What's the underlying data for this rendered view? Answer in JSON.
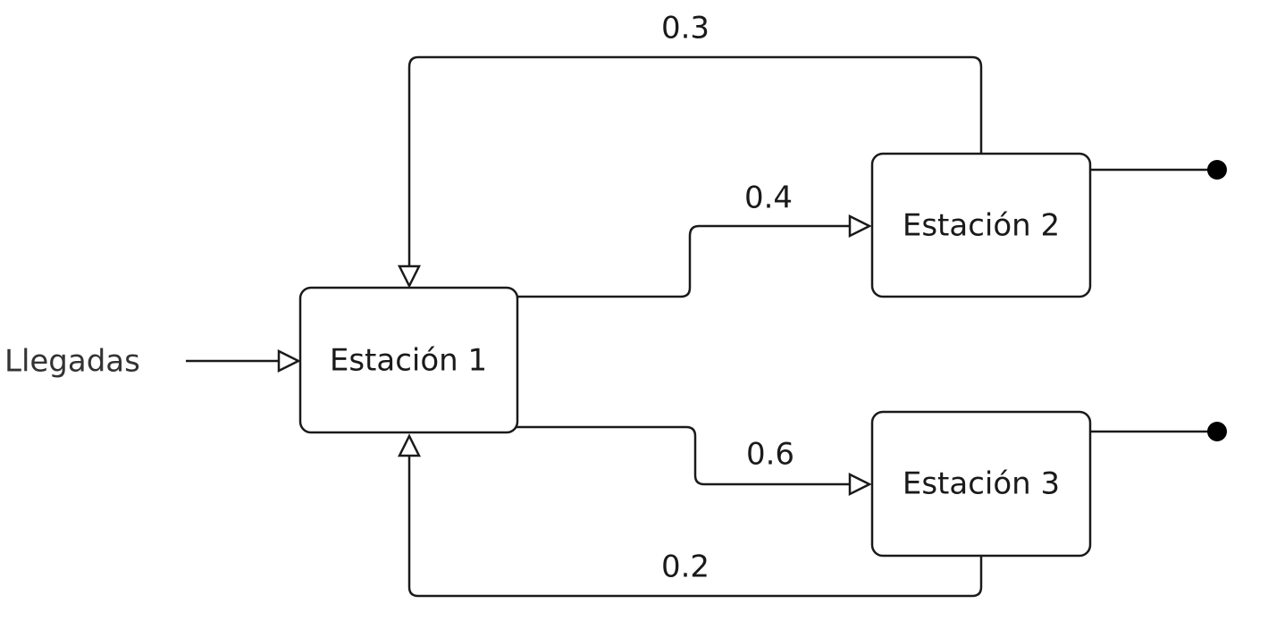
{
  "input": {
    "label": "Llegadas"
  },
  "stations": [
    {
      "id": "s1",
      "label": "Estación 1"
    },
    {
      "id": "s2",
      "label": "Estación 2"
    },
    {
      "id": "s3",
      "label": "Estación 3"
    }
  ],
  "edges": [
    {
      "id": "s1-to-s2",
      "from": "Estación 1",
      "to": "Estación 2",
      "label": "0.4"
    },
    {
      "id": "s1-to-s3",
      "from": "Estación 1",
      "to": "Estación 3",
      "label": "0.6"
    },
    {
      "id": "s2-to-s1",
      "from": "Estación 2",
      "to": "Estación 1",
      "label": "0.3"
    },
    {
      "id": "s3-to-s1",
      "from": "Estación 3",
      "to": "Estación 1",
      "label": "0.2"
    }
  ],
  "colors": {
    "stroke": "#1a1a1a",
    "endpoint": "#000000",
    "background": "#ffffff"
  }
}
